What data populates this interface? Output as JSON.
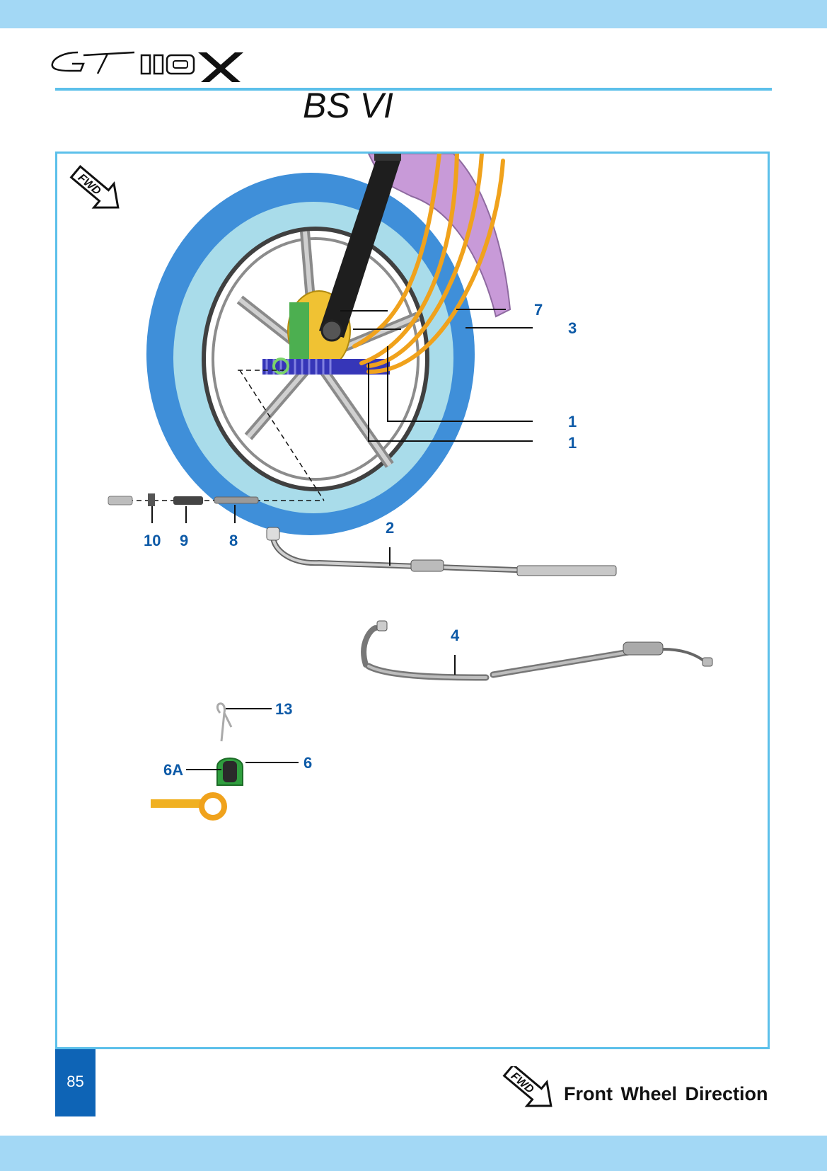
{
  "header": {
    "logo_text": "GT 110X",
    "model_suffix": "BS VI"
  },
  "diagram": {
    "fwd_badge": "FWD",
    "icons": [
      "fwd-arrow-icon",
      "wheel-icon",
      "fork-icon",
      "cable-icon",
      "clip-icon",
      "bracket-icon"
    ],
    "callouts": {
      "c7": "7",
      "c3": "3",
      "c1a": "1",
      "c1b": "1",
      "c10": "10",
      "c9": "9",
      "c8": "8",
      "c2": "2",
      "c4": "4",
      "c13": "13",
      "c6": "6",
      "c6a": "6A"
    }
  },
  "footer": {
    "page_number": "85",
    "fwd_badge": "FWD",
    "legend_text": "Front Wheel Direction"
  },
  "colors": {
    "band": "#a3d8f5",
    "rule": "#5cc0ea",
    "callout": "#0d5aa7",
    "page_box": "#0e64b6",
    "tire": "#3f8fd9",
    "tire_inner": "#a9dcea",
    "cable": "#f0a21c",
    "fender": "#c89ad8"
  }
}
